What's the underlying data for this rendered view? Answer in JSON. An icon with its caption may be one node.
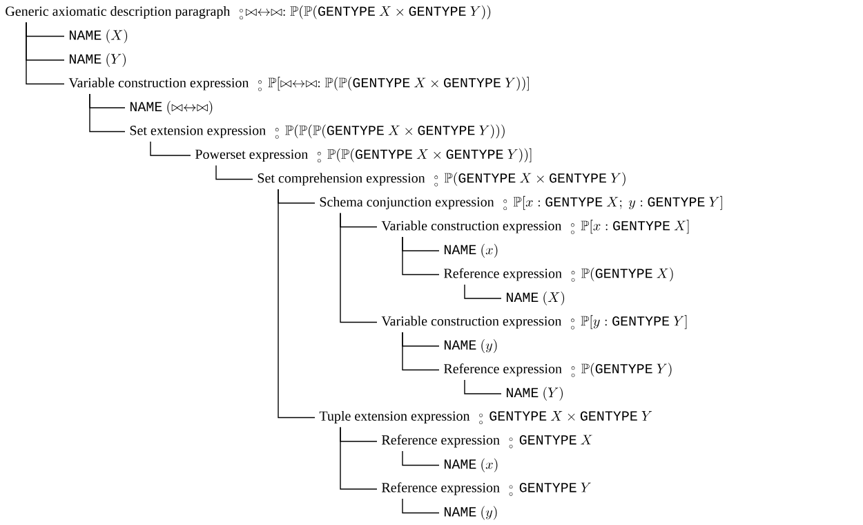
{
  "diagram": {
    "nodes": [
      {
        "text": [
          "Generic axiomatic description paragraph",
          "\\mathrel{\\genfrac{}{}{0pt}{3}{\\circ}{\\circ}} \\bowtie\\leftrightarrow\\bowtie : \\mathbb{P}(\\mathbb{P}(\\mathtt{GENTYPE}\\ X \\times \\mathtt{GENTYPE}\\ Y))"
        ]
      },
      {
        "text": [
          "\\mathtt{NAME}\\ (X)"
        ]
      },
      {
        "text": [
          "\\mathtt{NAME}\\ (Y)"
        ]
      },
      {
        "text": [
          "Variable construction expression",
          "\\mathrel{\\genfrac{}{}{0pt}{3}{\\circ}{\\circ}} \\mathbb{P}[\\bowtie\\leftrightarrow\\bowtie : \\mathbb{P}(\\mathbb{P}(\\mathtt{GENTYPE}\\ X \\times \\mathtt{GENTYPE}\\ Y))]"
        ]
      },
      {
        "text": [
          "\\mathtt{NAME}\\ (\\bowtie\\leftrightarrow\\bowtie)"
        ]
      },
      {
        "text": [
          "Set extension expression",
          "\\mathrel{\\genfrac{}{}{0pt}{3}{\\circ}{\\circ}} \\mathbb{P}(\\mathbb{P}(\\mathbb{P}(\\mathtt{GENTYPE}\\ X \\times \\mathtt{GENTYPE}\\ Y)))"
        ]
      },
      {
        "text": [
          "Powerset expression",
          "\\mathrel{\\genfrac{}{}{0pt}{3}{\\circ}{\\circ}} \\mathbb{P}(\\mathbb{P}(\\mathtt{GENTYPE}\\ X \\times \\mathtt{GENTYPE}\\ Y))]"
        ]
      },
      {
        "text": [
          "Set comprehension expression",
          "\\mathrel{\\genfrac{}{}{0pt}{3}{\\circ}{\\circ}} \\mathbb{P}(\\mathtt{GENTYPE}\\ X \\times \\mathtt{GENTYPE}\\ Y)"
        ]
      },
      {
        "text": [
          "Schema conjunction expression",
          "\\mathrel{\\genfrac{}{}{0pt}{3}{\\circ}{\\circ}} \\mathbb{P}[x : \\mathtt{GENTYPE}\\ X;\\ y : \\mathtt{GENTYPE}\\ Y]"
        ]
      },
      {
        "text": [
          "Variable construction expression",
          "\\mathrel{\\genfrac{}{}{0pt}{3}{\\circ}{\\circ}} \\mathbb{P}[x : \\mathtt{GENTYPE}\\ X]"
        ]
      },
      {
        "text": [
          "\\mathtt{NAME}\\ (x)"
        ]
      },
      {
        "text": [
          "Reference expression",
          "\\mathrel{\\genfrac{}{}{0pt}{3}{\\circ}{\\circ}} \\mathbb{P}(\\mathtt{GENTYPE}\\ X)"
        ]
      },
      {
        "text": [
          "\\mathtt{NAME}\\ (X)"
        ]
      },
      {
        "text": [
          "Variable construction expression",
          "\\mathrel{\\genfrac{}{}{0pt}{3}{\\circ}{\\circ}} \\mathbb{P}[y : \\mathtt{GENTYPE}\\ Y]"
        ]
      },
      {
        "text": [
          "\\mathtt{NAME}\\ (y)"
        ]
      },
      {
        "text": [
          "Reference expression",
          "\\mathrel{\\genfrac{}{}{0pt}{3}{\\circ}{\\circ}} \\mathbb{P}(\\mathtt{GENTYPE}\\ Y)"
        ]
      },
      {
        "text": [
          "\\mathtt{NAME}\\ (Y)"
        ]
      },
      {
        "text": [
          "Tuple extension expression",
          "\\mathrel{\\genfrac{}{}{0pt}{3}{\\circ}{\\circ}} \\mathtt{GENTYPE}\\ X \\times \\mathtt{GENTYPE}\\ Y"
        ]
      },
      {
        "text": [
          "Reference expression",
          "\\mathrel{\\genfrac{}{}{0pt}{3}{\\circ}{\\circ}} \\mathtt{GENTYPE}\\ X"
        ]
      },
      {
        "text": [
          "\\mathtt{NAME}\\ (x)"
        ]
      },
      {
        "text": [
          "Reference expression",
          "\\mathrel{\\genfrac{}{}{0pt}{3}{\\circ}{\\circ}} \\mathtt{GENTYPE}\\ Y"
        ]
      },
      {
        "text": [
          "\\mathtt{NAME}\\ (y)"
        ]
      }
    ],
    "edges": [
      {
        "from": 0,
        "to": 1,
        "arrow": "none"
      },
      {
        "from": 0,
        "to": 2,
        "arrow": "none"
      },
      {
        "from": 0,
        "to": 3,
        "arrow": "none"
      },
      {
        "from": 3,
        "to": 4,
        "arrow": "none"
      },
      {
        "from": 3,
        "to": 5,
        "arrow": "none"
      },
      {
        "from": 5,
        "to": 6,
        "arrow": "none"
      },
      {
        "from": 6,
        "to": 7,
        "arrow": "none"
      },
      {
        "from": 7,
        "to": 8,
        "arrow": "none"
      },
      {
        "from": 8,
        "to": 9,
        "arrow": "none"
      },
      {
        "from": 9,
        "to": 10,
        "arrow": "none"
      },
      {
        "from": 9,
        "to": 11,
        "arrow": "none"
      },
      {
        "from": 11,
        "to": 12,
        "arrow": "none"
      },
      {
        "from": 8,
        "to": 13,
        "arrow": "none"
      },
      {
        "from": 13,
        "to": 14,
        "arrow": "none"
      },
      {
        "from": 13,
        "to": 15,
        "arrow": "none"
      },
      {
        "from": 15,
        "to": 16,
        "arrow": "none"
      },
      {
        "from": 7,
        "to": 17,
        "arrow": "none"
      },
      {
        "from": 17,
        "to": 18,
        "arrow": "none"
      },
      {
        "from": 18,
        "to": 19,
        "arrow": "none"
      },
      {
        "from": 17,
        "to": 20,
        "arrow": "none"
      },
      {
        "from": 20,
        "to": 21,
        "arrow": "none"
      }
    ]
  }
}
